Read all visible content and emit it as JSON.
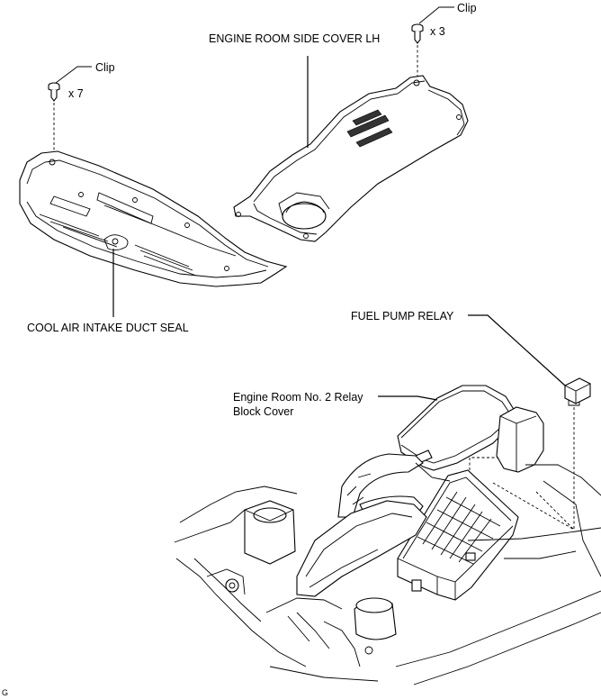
{
  "labels": {
    "clip_right": "Clip",
    "qty_right": "x 3",
    "side_cover": "ENGINE ROOM SIDE COVER LH",
    "clip_left": "Clip",
    "qty_left": "x 7",
    "duct_seal": "COOL AIR INTAKE DUCT SEAL",
    "fuel_pump_relay": "FUEL PUMP RELAY",
    "relay_cover_line1": "Engine Room No. 2 Relay",
    "relay_cover_line2": "Block Cover",
    "corner_mark": "G"
  }
}
